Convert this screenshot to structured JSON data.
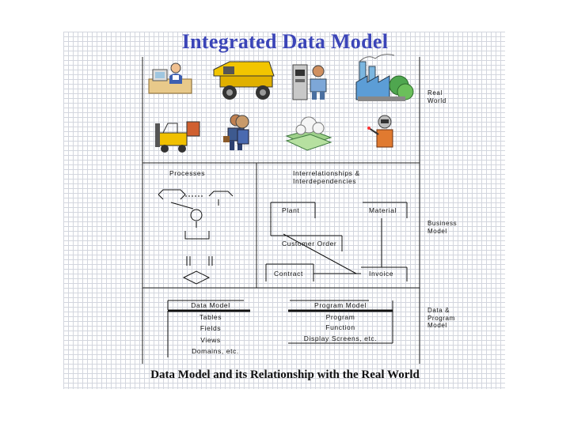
{
  "title": "Integrated Data Model",
  "caption": "Data Model and its Relationship with the Real World",
  "side_labels": {
    "real_world": [
      "Real",
      "World"
    ],
    "business_model": [
      "Business",
      "Model"
    ],
    "data_program_model": [
      "Data &",
      "Program",
      "Model"
    ]
  },
  "business_section": {
    "processes_label": "Processes",
    "interrelationships_label": [
      "Interrelationships &",
      "Interdependencies"
    ],
    "entities": {
      "plant": "Plant",
      "material": "Material",
      "customer_order": "Customer Order",
      "contract": "Contract",
      "invoice": "Invoice"
    }
  },
  "data_model_box": {
    "header": "Data Model",
    "items": [
      "Tables",
      "Fields",
      "Views",
      "Domains, etc."
    ]
  },
  "program_model_box": {
    "header": "Program Model",
    "items": [
      "Program",
      "Function",
      "Display Screens, etc."
    ]
  },
  "clipart": [
    "office-worker-icon",
    "dump-truck-icon",
    "worker-at-machine-icon",
    "factory-icon",
    "forklift-icon",
    "businessman-icon",
    "money-icon",
    "welder-icon"
  ]
}
